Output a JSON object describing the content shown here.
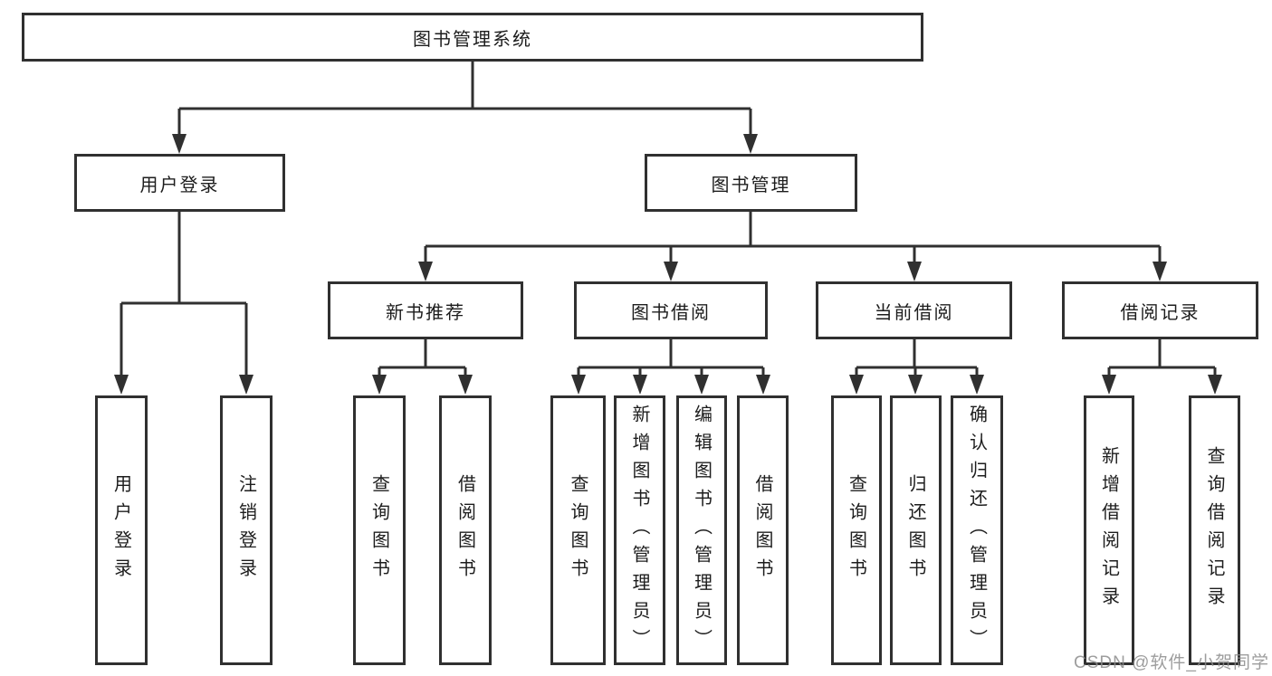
{
  "diagram": {
    "type": "hierarchy-tree",
    "root": {
      "label": "图书管理系统"
    },
    "branches": {
      "user_login": {
        "label": "用户登录",
        "children": {
          "login": {
            "label": "用户登录"
          },
          "logout": {
            "label": "注销登录"
          }
        }
      },
      "book_mgmt": {
        "label": "图书管理",
        "children": {
          "new_book_rec": {
            "label": "新书推荐",
            "children": {
              "query": {
                "label": "查询图书"
              },
              "borrow": {
                "label": "借阅图书"
              }
            }
          },
          "book_borrow": {
            "label": "图书借阅",
            "children": {
              "query": {
                "label": "查询图书"
              },
              "add": {
                "label": "新增图书（管理员）"
              },
              "edit": {
                "label": "编辑图书（管理员）"
              },
              "borrow": {
                "label": "借阅图书"
              }
            }
          },
          "current_borrow": {
            "label": "当前借阅",
            "children": {
              "query": {
                "label": "查询图书"
              },
              "return": {
                "label": "归还图书"
              },
              "confirm": {
                "label": "确认归还（管理员）"
              }
            }
          },
          "borrow_records": {
            "label": "借阅记录",
            "children": {
              "add": {
                "label": "新增借阅记录"
              },
              "query": {
                "label": "查询借阅记录"
              }
            }
          }
        }
      }
    }
  },
  "watermark": {
    "text": "CSDN @软件_小贺同学"
  },
  "colors": {
    "line": "#303030",
    "box_border": "#303030",
    "box_fill": "#ffffff",
    "text": "#1d1d1d",
    "watermark": "#8c8c8c",
    "background": "#ffffff"
  }
}
